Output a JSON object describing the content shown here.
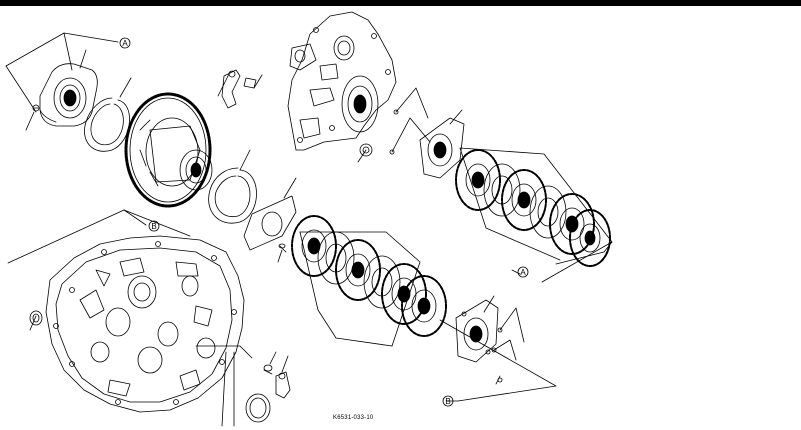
{
  "diagram": {
    "reference_markers": {
      "a_top": "A",
      "b_mid": "B",
      "a_right": "A",
      "b_bottom": "B"
    },
    "figure_code": "K6531-033-10",
    "colors": {
      "line": "#000000",
      "background": "#ffffff"
    }
  }
}
